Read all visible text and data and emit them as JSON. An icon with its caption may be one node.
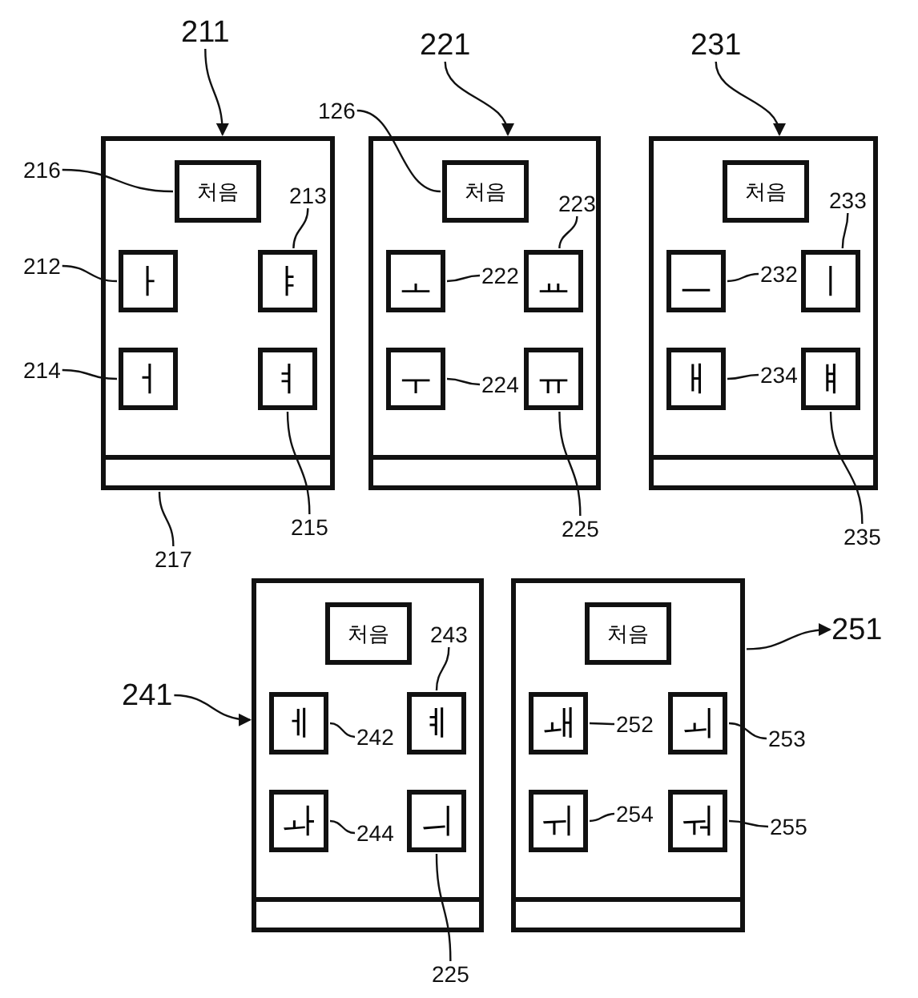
{
  "diagram": {
    "nodes": [
      {
        "text": [
          "211"
        ]
      },
      {
        "text": [],
        "shape": "box"
      },
      {
        "text": [
          "처음"
        ],
        "in": 1
      },
      {
        "text": [
          "ㅏ"
        ],
        "in": 1
      },
      {
        "text": [
          "ㅑ"
        ],
        "in": 1
      },
      {
        "text": [
          "ㅓ"
        ],
        "in": 1
      },
      {
        "text": [
          "ㅕ"
        ],
        "in": 1
      },
      {
        "text": [],
        "shape": "bar",
        "in": 1
      },
      {
        "text": [
          "216"
        ]
      },
      {
        "text": [
          "213"
        ],
        "in": 1
      },
      {
        "text": [
          "212"
        ]
      },
      {
        "text": [
          "214"
        ]
      },
      {
        "text": [
          "215"
        ]
      },
      {
        "text": [
          "217"
        ]
      },
      {
        "text": [
          "221"
        ]
      },
      {
        "text": [],
        "shape": "box"
      },
      {
        "text": [
          "처음"
        ],
        "in": 15
      },
      {
        "text": [
          "ㅗ"
        ],
        "in": 15
      },
      {
        "text": [
          "ㅛ"
        ],
        "in": 15
      },
      {
        "text": [
          "ㅜ"
        ],
        "in": 15
      },
      {
        "text": [
          "ㅠ"
        ],
        "in": 15
      },
      {
        "text": [],
        "shape": "bar",
        "in": 15
      },
      {
        "text": [
          "126"
        ]
      },
      {
        "text": [
          "223"
        ],
        "in": 15
      },
      {
        "text": [
          "222"
        ],
        "in": 15
      },
      {
        "text": [
          "224"
        ],
        "in": 15
      },
      {
        "text": [
          "225"
        ]
      },
      {
        "text": [
          "231"
        ]
      },
      {
        "text": [],
        "shape": "box"
      },
      {
        "text": [
          "처음"
        ],
        "in": 28
      },
      {
        "text": [
          "ㅡ"
        ],
        "in": 28
      },
      {
        "text": [
          "ㅣ"
        ],
        "in": 28
      },
      {
        "text": [
          "ㅐ"
        ],
        "in": 28
      },
      {
        "text": [
          "ㅒ"
        ],
        "in": 28
      },
      {
        "text": [],
        "shape": "bar",
        "in": 28
      },
      {
        "text": [
          "233"
        ],
        "in": 28
      },
      {
        "text": [
          "232"
        ],
        "in": 28
      },
      {
        "text": [
          "234"
        ],
        "in": 28
      },
      {
        "text": [
          "235"
        ]
      },
      {
        "text": [
          "241"
        ]
      },
      {
        "text": [],
        "shape": "box"
      },
      {
        "text": [
          "처음"
        ],
        "in": 40
      },
      {
        "text": [
          "ㅔ"
        ],
        "in": 40
      },
      {
        "text": [
          "ㅖ"
        ],
        "in": 40
      },
      {
        "text": [
          "ㅘ"
        ],
        "in": 40
      },
      {
        "text": [
          "ㅢ"
        ],
        "in": 40
      },
      {
        "text": [],
        "shape": "bar",
        "in": 40
      },
      {
        "text": [
          "243"
        ],
        "in": 40
      },
      {
        "text": [
          "242"
        ],
        "in": 40
      },
      {
        "text": [
          "244"
        ],
        "in": 40
      },
      {
        "text": [
          "225"
        ]
      },
      {
        "text": [],
        "shape": "box"
      },
      {
        "text": [
          "처음"
        ],
        "in": 51
      },
      {
        "text": [
          "ㅙ"
        ],
        "in": 51
      },
      {
        "text": [
          "ㅚ"
        ],
        "in": 51
      },
      {
        "text": [
          "ㅟ"
        ],
        "in": 51
      },
      {
        "text": [
          "ㅝ"
        ],
        "in": 51
      },
      {
        "text": [],
        "shape": "bar",
        "in": 51
      },
      {
        "text": [
          "251"
        ]
      },
      {
        "text": [
          "252"
        ],
        "in": 51
      },
      {
        "text": [
          "253"
        ]
      },
      {
        "text": [
          "254"
        ],
        "in": 51
      },
      {
        "text": [
          "255"
        ]
      }
    ],
    "edges": [
      {
        "from": 0,
        "to": 1,
        "arrow": "to"
      },
      {
        "from": 8,
        "to": 2,
        "arrow": "none"
      },
      {
        "from": 9,
        "to": 4,
        "arrow": "none"
      },
      {
        "from": 10,
        "to": 3,
        "arrow": "none"
      },
      {
        "from": 11,
        "to": 5,
        "arrow": "none"
      },
      {
        "from": 12,
        "to": 6,
        "arrow": "none"
      },
      {
        "from": 13,
        "to": 7,
        "arrow": "none"
      },
      {
        "from": 14,
        "to": 15,
        "arrow": "to"
      },
      {
        "from": 22,
        "to": 16,
        "arrow": "none"
      },
      {
        "from": 23,
        "to": 18,
        "arrow": "none"
      },
      {
        "from": 24,
        "to": 17,
        "arrow": "none"
      },
      {
        "from": 25,
        "to": 19,
        "arrow": "none"
      },
      {
        "from": 26,
        "to": 20,
        "arrow": "none"
      },
      {
        "from": 27,
        "to": 28,
        "arrow": "to"
      },
      {
        "from": 35,
        "to": 31,
        "arrow": "none"
      },
      {
        "from": 36,
        "to": 30,
        "arrow": "none"
      },
      {
        "from": 37,
        "to": 32,
        "arrow": "none"
      },
      {
        "from": 38,
        "to": 33,
        "arrow": "none"
      },
      {
        "from": 39,
        "to": 40,
        "arrow": "to"
      },
      {
        "from": 47,
        "to": 43,
        "arrow": "none"
      },
      {
        "from": 48,
        "to": 42,
        "arrow": "none"
      },
      {
        "from": 49,
        "to": 44,
        "arrow": "none"
      },
      {
        "from": 50,
        "to": 45,
        "arrow": "none"
      },
      {
        "from": 51,
        "to": 58,
        "arrow": "to"
      },
      {
        "from": 59,
        "to": 53,
        "arrow": "none"
      },
      {
        "from": 60,
        "to": 54,
        "arrow": "none"
      },
      {
        "from": 61,
        "to": 55,
        "arrow": "none"
      },
      {
        "from": 62,
        "to": 56,
        "arrow": "none"
      }
    ]
  }
}
